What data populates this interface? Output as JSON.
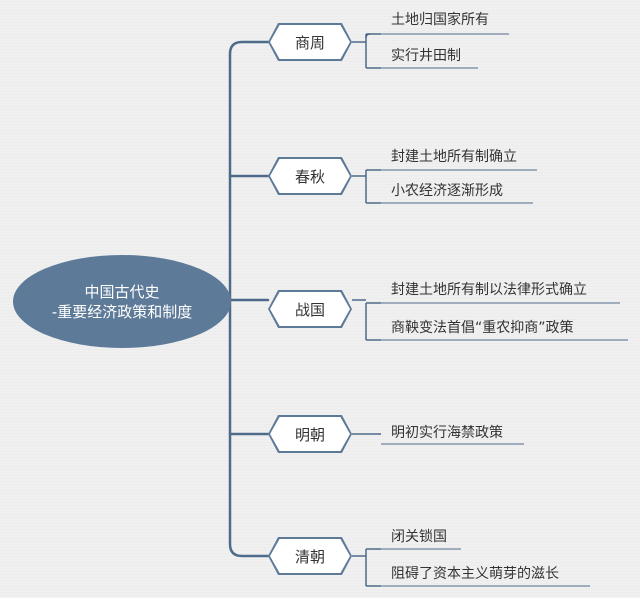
{
  "root": {
    "line1": "中国古代史",
    "line2": "-重要经济政策和制度"
  },
  "branches": [
    {
      "label": "商周",
      "leaves": [
        "土地归国家所有",
        "实行井田制"
      ]
    },
    {
      "label": "春秋",
      "leaves": [
        "封建土地所有制确立",
        "小农经济逐渐形成"
      ]
    },
    {
      "label": "战国",
      "leaves": [
        "封建土地所有制以法律形式确立",
        "商鞅变法首倡“重农抑商”政策"
      ]
    },
    {
      "label": "明朝",
      "leaves": [
        "明初实行海禁政策"
      ]
    },
    {
      "label": "清朝",
      "leaves": [
        "闭关锁国",
        "阻碍了资本主义萌芽的滋长"
      ]
    }
  ],
  "colors": {
    "node": "#5e7a99",
    "line": "#4e6a8a",
    "background": "#efefef"
  }
}
